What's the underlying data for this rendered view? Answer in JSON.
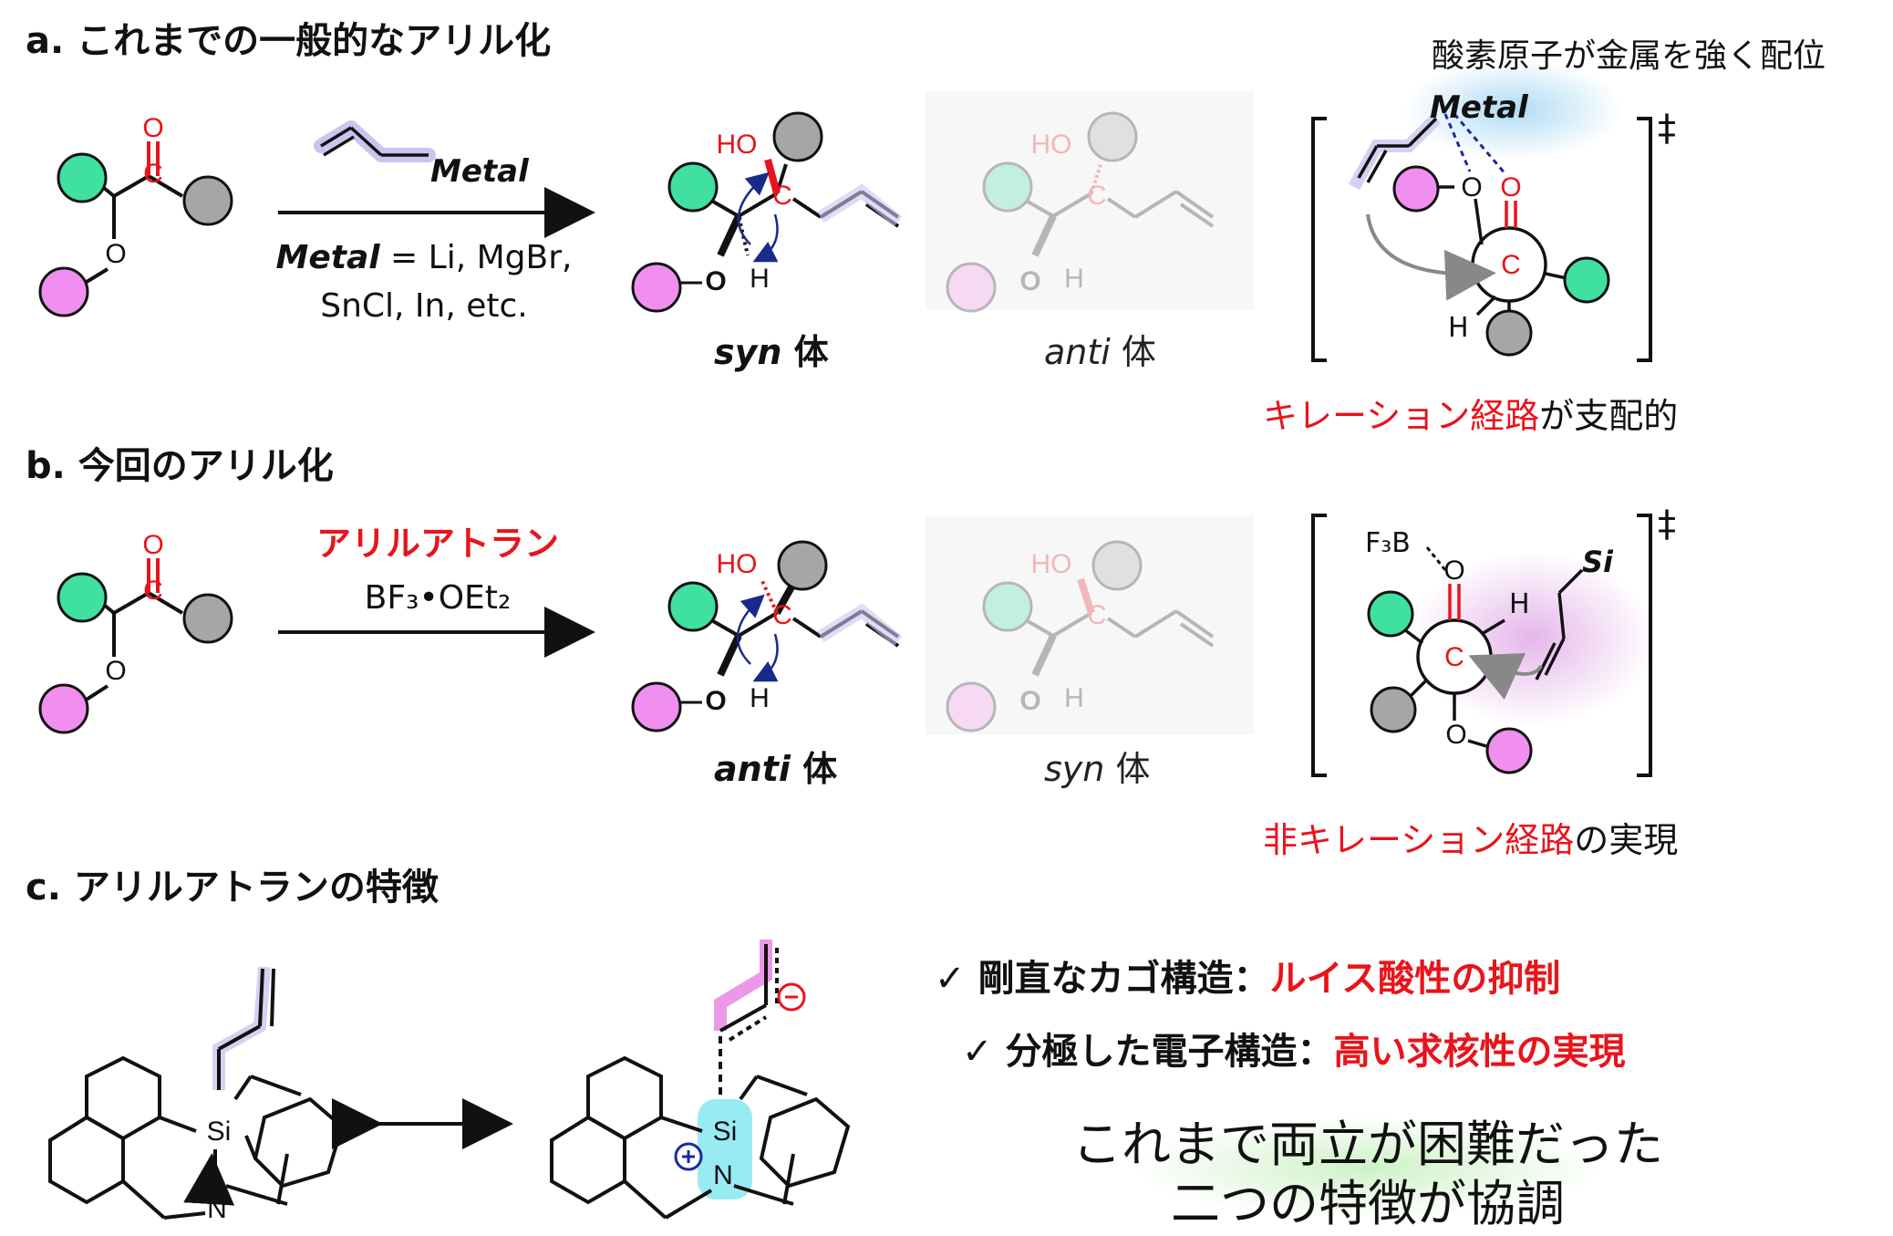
{
  "sections": {
    "a": "a. これまでの一般的なアリル化",
    "b": "b. 今回のアリル化",
    "c": "c. アリルアトランの特徴"
  },
  "a": {
    "reagent_label": "Metal",
    "condition_line1_label": "Metal",
    "condition_line1_rest": " = Li, MgBr,",
    "condition_line2": "SnCl, In, etc.",
    "product_main_italic": "syn",
    "product_main_suffix": " 体",
    "product_faded_italic": "anti",
    "product_faded_suffix": " 体",
    "ts_note": "酸素原子が金属を強く配位",
    "ts_metal": "Metal",
    "ts_h": "H",
    "pathway_red": "キレーション経路",
    "pathway_rest": "が支配的",
    "dagger": "‡"
  },
  "b": {
    "reagent_name": "アリルアトラン",
    "reagent_condition": "BF₃•OEt₂",
    "product_main_italic": "anti",
    "product_main_suffix": " 体",
    "product_faded_italic": "syn",
    "product_faded_suffix": " 体",
    "ts_bf3": "F₃B",
    "ts_si": "Si",
    "ts_h": "H",
    "pathway_red": "非キレーション経路",
    "pathway_rest": "の実現",
    "dagger": "‡"
  },
  "atoms": {
    "O": "O",
    "C": "C",
    "HO": "HO",
    "H": "H",
    "Si": "Si",
    "N": "N"
  },
  "c": {
    "feature1_check": "✓",
    "feature1_black": " 剛直なカゴ構造：",
    "feature1_red": "ルイス酸性の抑制",
    "feature2_check": "✓",
    "feature2_black": " 分極した電子構造：",
    "feature2_red": "高い求核性の実現",
    "summary_line1": "これまで両立が困難だった",
    "summary_line2": "二つの特徴が協調"
  },
  "colors": {
    "accent_red": "#e8141b",
    "green_group": "#3fe0a0",
    "pink_group": "#f08ff0",
    "gray_group": "#a6a6a6",
    "allyl_highlight": "#c9c5f0",
    "metal_glow": "#a9d9f2",
    "si_glow": "#e3aee8",
    "siN_highlight": "#7fe6f0",
    "anion_highlight": "#e67fe0",
    "arrow_blue": "#1a2a8a"
  }
}
